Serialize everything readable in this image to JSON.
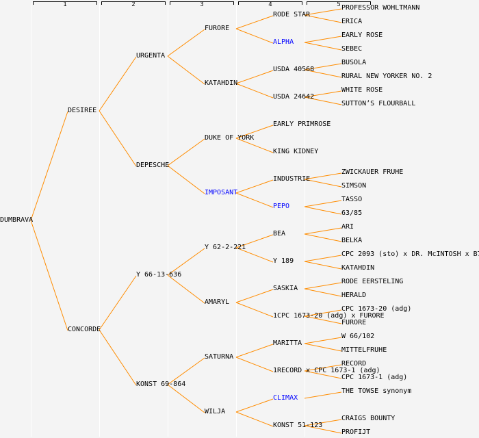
{
  "colors": {
    "line": "#ff8c00",
    "highlight": "#0000ff",
    "text": "#000000",
    "background": "#f4f4f4"
  },
  "generations": [
    "1",
    "2",
    "3",
    "4",
    "5"
  ],
  "tree": {
    "name": "DUMBRAVA",
    "children": [
      {
        "name": "DESIREE",
        "children": [
          {
            "name": "URGENTA",
            "children": [
              {
                "name": "FURORE",
                "children": [
                  {
                    "name": "RODE STAR",
                    "children": [
                      {
                        "name": "PROFESSOR WOHLTMANN"
                      },
                      {
                        "name": "ERICA"
                      }
                    ]
                  },
                  {
                    "name": "ALPHA",
                    "highlight": true,
                    "children": [
                      {
                        "name": "EARLY ROSE"
                      },
                      {
                        "name": "SEBEC"
                      }
                    ]
                  }
                ]
              },
              {
                "name": "KATAHDIN",
                "children": [
                  {
                    "name": "USDA 40568",
                    "children": [
                      {
                        "name": "BUSOLA"
                      },
                      {
                        "name": "RURAL NEW YORKER NO. 2"
                      }
                    ]
                  },
                  {
                    "name": "USDA 24642",
                    "children": [
                      {
                        "name": "WHITE ROSE"
                      },
                      {
                        "name": "SUTTON’S FLOURBALL"
                      }
                    ]
                  }
                ]
              }
            ]
          },
          {
            "name": "DEPESCHE",
            "children": [
              {
                "name": "DUKE OF YORK",
                "children": [
                  {
                    "name": "EARLY PRIMROSE"
                  },
                  {
                    "name": "KING KIDNEY"
                  }
                ]
              },
              {
                "name": "IMPOSANT",
                "highlight": true,
                "children": [
                  {
                    "name": "INDUSTRIE",
                    "children": [
                      {
                        "name": "ZWICKAUER FRUHE"
                      },
                      {
                        "name": "SIMSON"
                      }
                    ]
                  },
                  {
                    "name": "PEPO",
                    "highlight": true,
                    "children": [
                      {
                        "name": "TASSO"
                      },
                      {
                        "name": "63/85"
                      }
                    ]
                  }
                ]
              }
            ]
          }
        ]
      },
      {
        "name": "CONCORDE",
        "children": [
          {
            "name": "Y 66-13-636",
            "children": [
              {
                "name": "Y 62-2-221",
                "children": [
                  {
                    "name": "BEA",
                    "children": [
                      {
                        "name": "ARI"
                      },
                      {
                        "name": "BELKA"
                      }
                    ]
                  },
                  {
                    "name": "Y 189",
                    "children": [
                      {
                        "name": "CPC 2093 (sto) x DR. McINTOSH x B7"
                      },
                      {
                        "name": "KATAHDIN"
                      }
                    ]
                  }
                ]
              },
              {
                "name": "AMARYL",
                "children": [
                  {
                    "name": "SASKIA",
                    "children": [
                      {
                        "name": "RODE EERSTELING"
                      },
                      {
                        "name": "HERALD"
                      }
                    ]
                  },
                  {
                    "name": "1CPC 1673-20 (adg) x FURORE",
                    "children": [
                      {
                        "name": "CPC 1673-20 (adg)"
                      },
                      {
                        "name": "FURORE"
                      }
                    ]
                  }
                ]
              }
            ]
          },
          {
            "name": "KONST 69-864",
            "children": [
              {
                "name": "SATURNA",
                "children": [
                  {
                    "name": "MARITTA",
                    "children": [
                      {
                        "name": "W 66/102"
                      },
                      {
                        "name": "MITTELFRUHE"
                      }
                    ]
                  },
                  {
                    "name": "1RECORD x CPC 1673-1 (adg)",
                    "children": [
                      {
                        "name": "RECORD"
                      },
                      {
                        "name": "CPC 1673-1 (adg)"
                      }
                    ]
                  }
                ]
              },
              {
                "name": "WILJA",
                "children": [
                  {
                    "name": "CLIMAX",
                    "highlight": true,
                    "children": [
                      {
                        "name": "THE TOWSE synonym"
                      }
                    ]
                  },
                  {
                    "name": "KONST 51-123",
                    "children": [
                      {
                        "name": "CRAIGS BOUNTY"
                      },
                      {
                        "name": "PROFIJT"
                      }
                    ]
                  }
                ]
              }
            ]
          }
        ]
      }
    ]
  }
}
